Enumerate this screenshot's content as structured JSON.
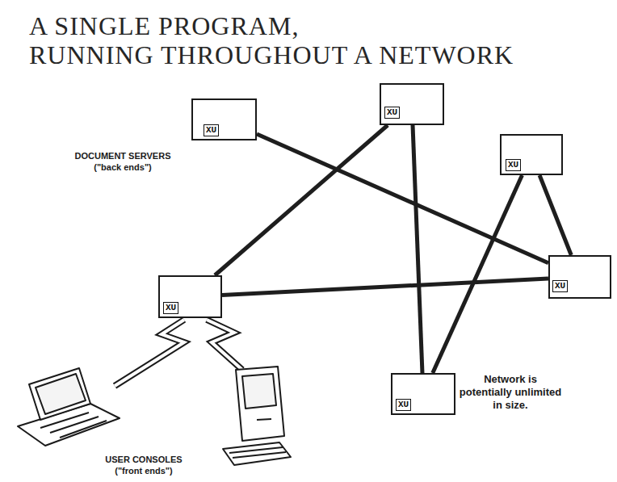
{
  "diagram": {
    "title": "A SINGLE PROGRAM, RUNNING THROUGHOUT A NETWORK",
    "nodes": [
      {
        "text": [
          "XU"
        ]
      },
      {
        "text": [
          "XU"
        ]
      },
      {
        "text": [
          "XU"
        ]
      },
      {
        "text": [
          "XU"
        ]
      },
      {
        "text": [
          "XU"
        ]
      },
      {
        "text": [
          "XU"
        ]
      }
    ],
    "edges": [
      {
        "from": 1,
        "to": 3,
        "arrow": "none"
      },
      {
        "from": 0,
        "to": 4,
        "arrow": "none"
      },
      {
        "from": 0,
        "to": 5,
        "arrow": "none"
      },
      {
        "from": 2,
        "to": 3,
        "arrow": "none"
      },
      {
        "from": 2,
        "to": 5,
        "arrow": "none"
      },
      {
        "from": 4,
        "to": 3,
        "arrow": "none"
      }
    ],
    "labels": [
      "DOCUMENT SERVERS (\"back ends\")",
      "USER CONSOLES (\"front ends\")",
      "Network is potentially unlimited in size."
    ]
  }
}
